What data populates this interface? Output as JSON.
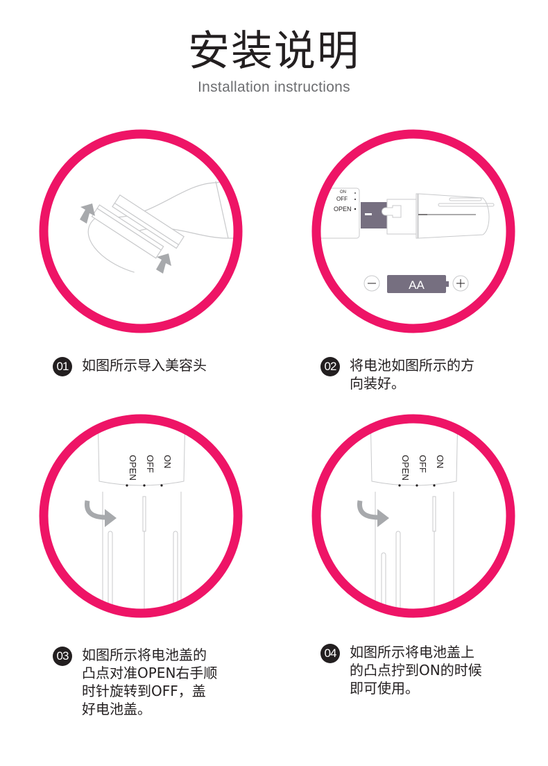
{
  "header": {
    "title": "安装说明",
    "subtitle": "Installation instructions"
  },
  "colors": {
    "ring": "#ee1466",
    "text": "#231f20",
    "subtitle": "#6d6e71",
    "arrow": "#a7a9ac",
    "battery": "#766f80",
    "line": "#c8c9cb"
  },
  "steps": [
    {
      "number": "01",
      "text": "如图所示导入美容头"
    },
    {
      "number": "02",
      "text": "将电池如图所示的方\n向装好。"
    },
    {
      "number": "03",
      "text": "如图所示将电池盖的\n凸点对准OPEN右手顺\n时针旋转到OFF，盖\n好电池盖。"
    },
    {
      "number": "04",
      "text": "如图所示将电池盖上\n的凸点拧到ON的时候\n即可使用。"
    }
  ],
  "panel2": {
    "switch_labels": {
      "on": "ON",
      "off": "OFF",
      "open": "OPEN"
    },
    "battery_label": "AA",
    "minus": "−",
    "plus": "+"
  },
  "panel3": {
    "switch_labels": {
      "on": "ON",
      "off": "OFF",
      "open": "OPEN"
    }
  },
  "panel4": {
    "switch_labels": {
      "on": "ON",
      "off": "OFF",
      "open": "OPEN"
    }
  }
}
